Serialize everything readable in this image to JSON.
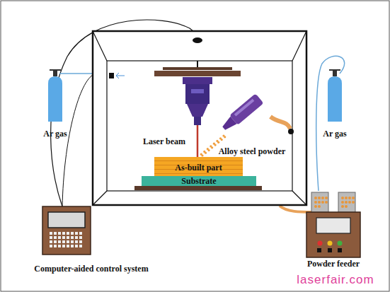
{
  "diagram": {
    "nodes": [
      {
        "text": [
          "As-built part"
        ]
      },
      {
        "text": [
          "Substrate"
        ]
      }
    ],
    "labels": [
      "Ar gas",
      "Laser beam",
      "Alloy steel powder",
      "Ar gas",
      "Computer-aided control system",
      "Powder feeder",
      "laserfair.com"
    ]
  }
}
